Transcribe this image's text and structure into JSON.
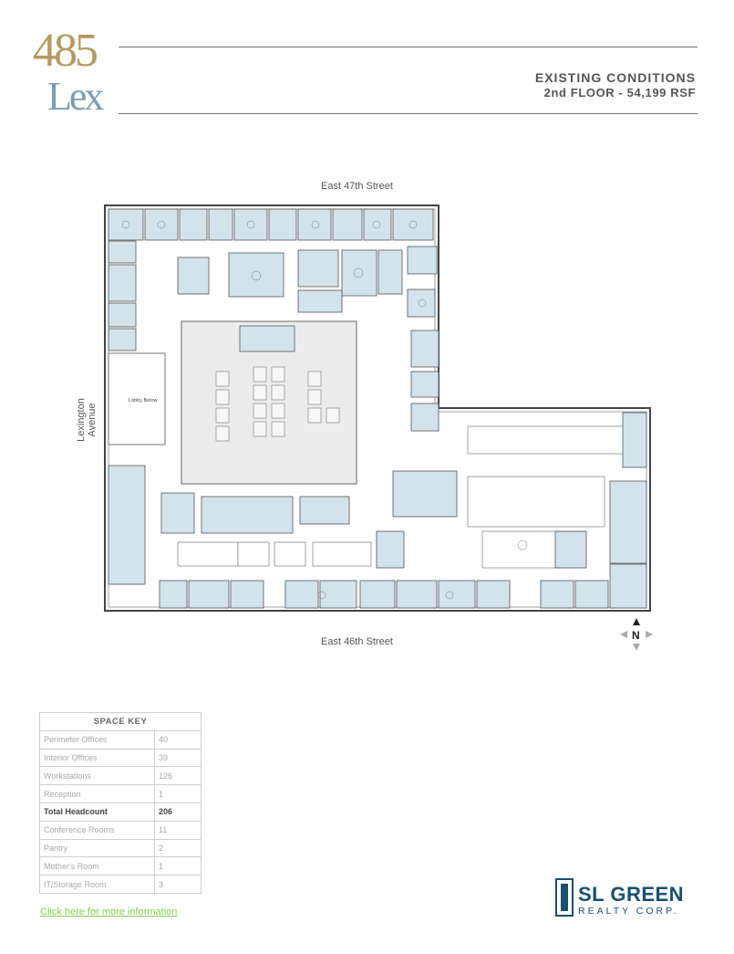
{
  "header": {
    "logo_number": "485",
    "logo_word": "Lex",
    "title_line1": "EXISTING CONDITIONS",
    "title_line2": "2nd FLOOR - 54,199 RSF"
  },
  "streets": {
    "north": "East 47th Street",
    "south": "East 46th Street",
    "west": "Lexington Avenue"
  },
  "plan": {
    "lobby_label": "Lobby Below",
    "compass_letter": "N"
  },
  "space_key": {
    "title": "SPACE KEY",
    "rows": [
      {
        "label": "Perimeter Offices",
        "value": "40",
        "bold": false
      },
      {
        "label": "Interior Offices",
        "value": "39",
        "bold": false
      },
      {
        "label": "Workstations",
        "value": "126",
        "bold": false
      },
      {
        "label": "Reception",
        "value": "1",
        "bold": false
      },
      {
        "label": "Total Headcount",
        "value": "206",
        "bold": true
      },
      {
        "label": "Conference Rooms",
        "value": "11",
        "bold": false
      },
      {
        "label": "Pantry",
        "value": "2",
        "bold": false
      },
      {
        "label": "Mother's Room",
        "value": "1",
        "bold": false
      },
      {
        "label": "IT/Storage Room",
        "value": "3",
        "bold": false
      }
    ]
  },
  "link_text": "Click here for more information",
  "brand": {
    "name": "SL GREEN",
    "sub": "REALTY CORP."
  },
  "colors": {
    "gold": "#b49a62",
    "blue": "#7c9fb2",
    "room_fill": "#d3e3ec",
    "link": "#7fd24e",
    "brand": "#1a4f6e"
  }
}
